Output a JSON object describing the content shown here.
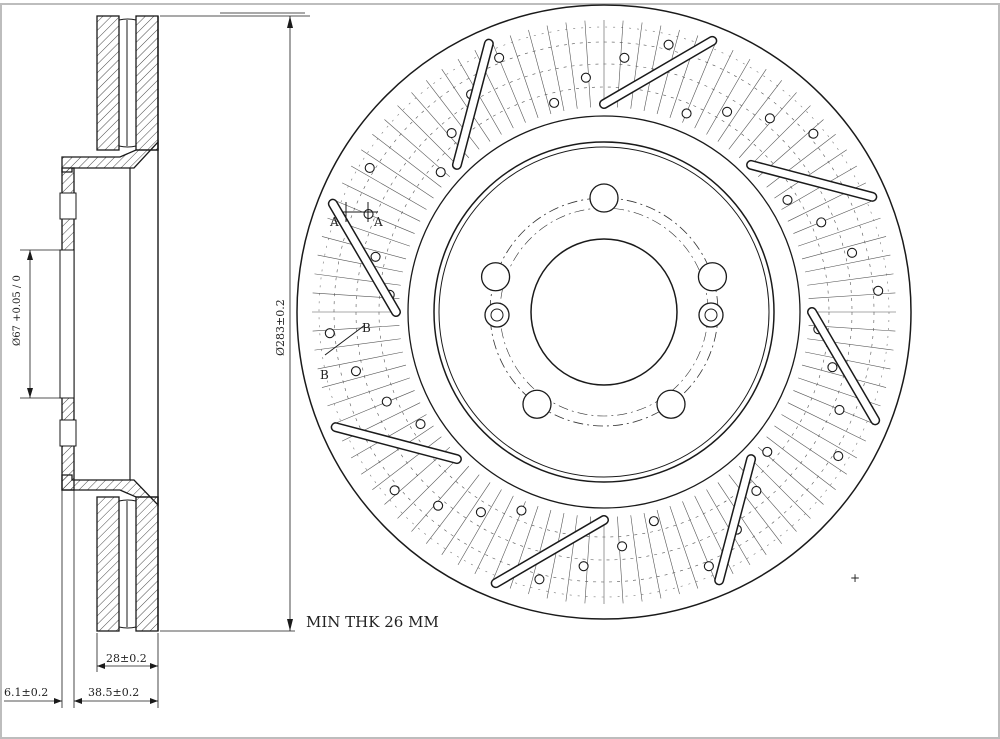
{
  "labels": {
    "diameter_outer": "Ø283±0.2",
    "diameter_bore": "Ø67 +0.05 / 0",
    "thickness": "28±0.2",
    "hat_offset": "6.1±0.2",
    "total_height": "38.5±0.2",
    "min_thickness": "MIN THK 26 MM",
    "section_a_left": "A",
    "section_a_right": "A",
    "section_b_top": "B",
    "section_b_bottom": "B"
  },
  "colors": {
    "line": "#1a1a1a",
    "border": "#bdbdbd",
    "hatch": "#333333",
    "background": "#ffffff"
  }
}
